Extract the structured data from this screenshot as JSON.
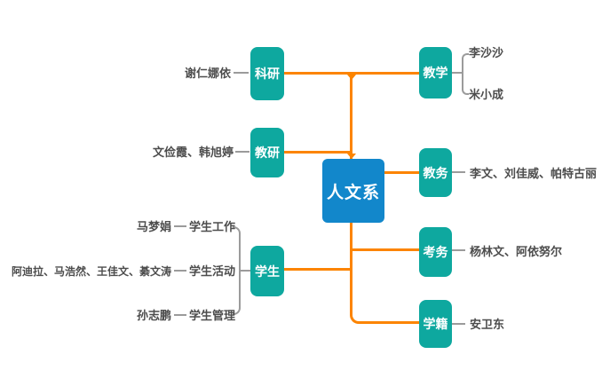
{
  "colors": {
    "root_bg": "#1287cb",
    "branch_bg": "#0ea89f",
    "line_orange": "#fc8400",
    "line_gray": "#9b9b9b",
    "text_dark": "#4d4d4d"
  },
  "root": {
    "label": "人文系"
  },
  "left": [
    {
      "label": "科研",
      "members": "谢仁娜依"
    },
    {
      "label": "教研",
      "members": "文俭霞、韩旭婷"
    },
    {
      "label": "学生",
      "children": [
        {
          "label": "学生工作",
          "members": "马梦娟"
        },
        {
          "label": "学生活动",
          "members": "阿迪拉、马浩然、王佳文、綦文涛"
        },
        {
          "label": "学生管理",
          "members": "孙志鹏"
        }
      ]
    }
  ],
  "right": [
    {
      "label": "教学",
      "children": [
        {
          "members": "李沙沙"
        },
        {
          "members": "米小成"
        }
      ]
    },
    {
      "label": "教务",
      "members": "李文、刘佳威、帕特古丽"
    },
    {
      "label": "考务",
      "members": "杨林文、阿依努尔"
    },
    {
      "label": "学籍",
      "members": "安卫东"
    }
  ]
}
